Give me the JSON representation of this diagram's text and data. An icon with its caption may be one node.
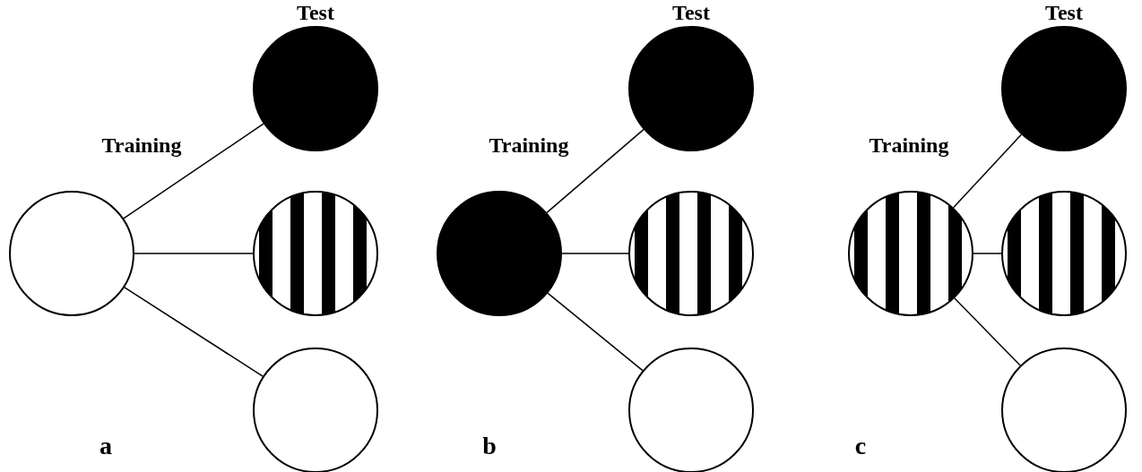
{
  "diagram": {
    "nodes": [
      {
        "text": [
          "Training"
        ]
      },
      {
        "text": [
          "Test"
        ]
      },
      {
        "text": [],
        "shape": "circle"
      },
      {
        "text": [],
        "shape": "circle"
      },
      {
        "text": [
          "Training"
        ]
      },
      {
        "text": [
          "Test"
        ]
      },
      {
        "text": [],
        "shape": "circle"
      },
      {
        "text": [],
        "shape": "circle"
      },
      {
        "text": [
          "Training"
        ]
      },
      {
        "text": [
          "Test"
        ]
      },
      {
        "text": [],
        "shape": "circle"
      },
      {
        "text": [],
        "shape": "circle"
      }
    ],
    "edges": [
      {
        "from": 0,
        "to": 1,
        "arrow": "none"
      },
      {
        "from": 0,
        "to": 2,
        "arrow": "none"
      },
      {
        "from": 0,
        "to": 3,
        "arrow": "none"
      },
      {
        "from": 4,
        "to": 5,
        "arrow": "none"
      },
      {
        "from": 4,
        "to": 6,
        "arrow": "none"
      },
      {
        "from": 4,
        "to": 7,
        "arrow": "none"
      },
      {
        "from": 8,
        "to": 9,
        "arrow": "none"
      },
      {
        "from": 8,
        "to": 10,
        "arrow": "none"
      },
      {
        "from": 8,
        "to": 11,
        "arrow": "none"
      }
    ],
    "labels": [
      "a",
      "b",
      "c"
    ]
  }
}
